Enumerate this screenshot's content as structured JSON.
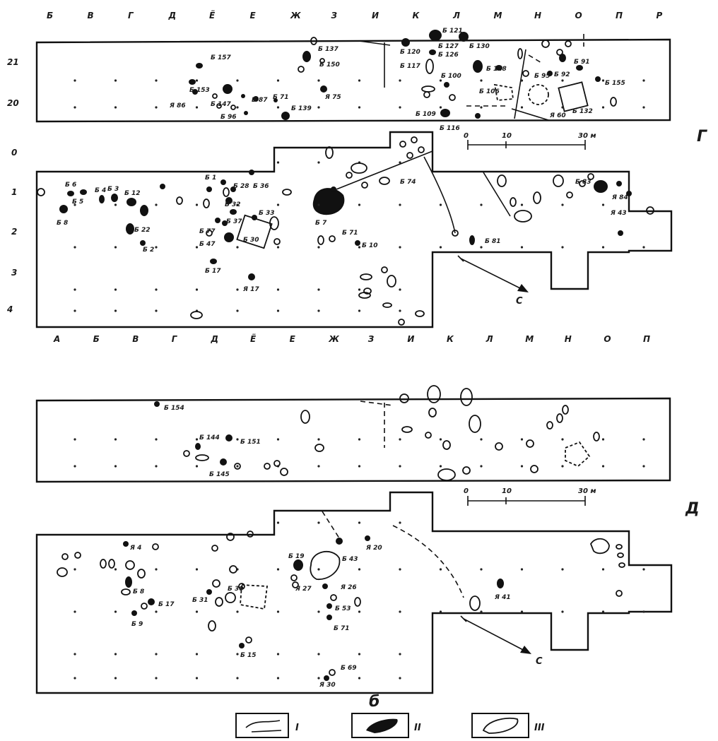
{
  "panels": {
    "g": {
      "letter": "Г",
      "top_columns": [
        "Б",
        "В",
        "Г",
        "Д",
        "Ё",
        "Е",
        "Ж",
        "З",
        "И",
        "К",
        "Л",
        "М",
        "Н",
        "О",
        "П",
        "Р"
      ],
      "bottom_columns": [
        "А",
        "Б",
        "В",
        "Г",
        "Д",
        "Ё",
        "Е",
        "Ж",
        "З",
        "И",
        "К",
        "Л",
        "М",
        "Н",
        "О",
        "П"
      ],
      "rows_top": [
        "21",
        "20"
      ],
      "rows_bottom": [
        "0",
        "1",
        "2",
        "3",
        "4"
      ],
      "scale": {
        "start": "0",
        "mid": "10",
        "end": "30 м"
      },
      "north": "С",
      "pits": [
        {
          "label": "Б 157",
          "type": "filled"
        },
        {
          "label": "Б 150",
          "type": "filled"
        },
        {
          "label": "Б 137",
          "type": "open"
        },
        {
          "label": "Б 120",
          "type": "filled"
        },
        {
          "label": "Б 117",
          "type": "filled"
        },
        {
          "label": "Б 121",
          "type": "filled"
        },
        {
          "label": "Б 127",
          "type": "filled"
        },
        {
          "label": "Б 126",
          "type": "filled"
        },
        {
          "label": "Б 130",
          "type": "filled"
        },
        {
          "label": "Б 128",
          "type": "filled"
        },
        {
          "label": "Б 100",
          "type": "filled"
        },
        {
          "label": "Б 106",
          "type": "filled"
        },
        {
          "label": "Б 109",
          "type": "filled"
        },
        {
          "label": "Б 116",
          "type": "filled"
        },
        {
          "label": "Б 95",
          "type": "filled"
        },
        {
          "label": "Б 92",
          "type": "filled"
        },
        {
          "label": "Б 91",
          "type": "filled"
        },
        {
          "label": "Б 155",
          "type": "filled"
        },
        {
          "label": "Б 132",
          "type": "filled"
        },
        {
          "label": "Я 60",
          "type": "filled"
        },
        {
          "label": "Б 153",
          "type": "filled"
        },
        {
          "label": "Я 86",
          "type": "filled"
        },
        {
          "label": "Б 147",
          "type": "filled"
        },
        {
          "label": "Б 87",
          "type": "filled"
        },
        {
          "label": "Б 71",
          "type": "filled"
        },
        {
          "label": "Б 96",
          "type": "filled"
        },
        {
          "label": "Б 139",
          "type": "filled"
        },
        {
          "label": "Я 75",
          "type": "filled"
        },
        {
          "label": "Б 6",
          "type": "filled"
        },
        {
          "label": "Б 5",
          "type": "filled"
        },
        {
          "label": "Б 4",
          "type": "filled"
        },
        {
          "label": "Б 3",
          "type": "filled"
        },
        {
          "label": "Б 12",
          "type": "filled"
        },
        {
          "label": "Б 8",
          "type": "filled"
        },
        {
          "label": "Б 22",
          "type": "filled"
        },
        {
          "label": "Б 2",
          "type": "filled"
        },
        {
          "label": "Б 1",
          "type": "filled"
        },
        {
          "label": "Б 28",
          "type": "filled"
        },
        {
          "label": "Б 36",
          "type": "filled"
        },
        {
          "label": "Б 32",
          "type": "filled"
        },
        {
          "label": "Б 33",
          "type": "filled"
        },
        {
          "label": "Б 37",
          "type": "filled"
        },
        {
          "label": "Б 77",
          "type": "open"
        },
        {
          "label": "Б 47",
          "type": "filled"
        },
        {
          "label": "Б 30",
          "type": "filled"
        },
        {
          "label": "Б 17",
          "type": "filled"
        },
        {
          "label": "Я 17",
          "type": "filled"
        },
        {
          "label": "Б 7",
          "type": "filled"
        },
        {
          "label": "Б 71",
          "type": "filled"
        },
        {
          "label": "Б 10",
          "type": "filled"
        },
        {
          "label": "Б 74",
          "type": "filled"
        },
        {
          "label": "Б 81",
          "type": "filled"
        },
        {
          "label": "Б 83",
          "type": "filled"
        },
        {
          "label": "Я 84",
          "type": "filled"
        },
        {
          "label": "Я 43",
          "type": "open"
        }
      ]
    },
    "d": {
      "letter": "Д",
      "scale": {
        "start": "0",
        "mid": "10",
        "end": "30 м"
      },
      "north": "С",
      "pits": [
        {
          "label": "Б 154",
          "type": "filled"
        },
        {
          "label": "Б 144",
          "type": "filled"
        },
        {
          "label": "Б 151",
          "type": "filled"
        },
        {
          "label": "Б 145",
          "type": "filled"
        },
        {
          "label": "Я 4",
          "type": "filled"
        },
        {
          "label": "Б 8",
          "type": "filled"
        },
        {
          "label": "Б 17",
          "type": "filled"
        },
        {
          "label": "Б 9",
          "type": "filled"
        },
        {
          "label": "Б 30",
          "type": "filled"
        },
        {
          "label": "Б 31",
          "type": "filled"
        },
        {
          "label": "Б 15",
          "type": "filled"
        },
        {
          "label": "Б 19",
          "type": "filled"
        },
        {
          "label": "Я 27",
          "type": "filled"
        },
        {
          "label": "Б 43",
          "type": "filled"
        },
        {
          "label": "Я 20",
          "type": "filled"
        },
        {
          "label": "Я 26",
          "type": "filled"
        },
        {
          "label": "Б 53",
          "type": "filled"
        },
        {
          "label": "Б 71",
          "type": "filled"
        },
        {
          "label": "Б 69",
          "type": "filled"
        },
        {
          "label": "Я 30",
          "type": "filled"
        },
        {
          "label": "Я 41",
          "type": "filled"
        }
      ]
    }
  },
  "caption": "б",
  "legend": [
    {
      "symbol": "line",
      "label": "I"
    },
    {
      "symbol": "filled-pit",
      "label": "II"
    },
    {
      "symbol": "open-pit",
      "label": "III"
    }
  ]
}
